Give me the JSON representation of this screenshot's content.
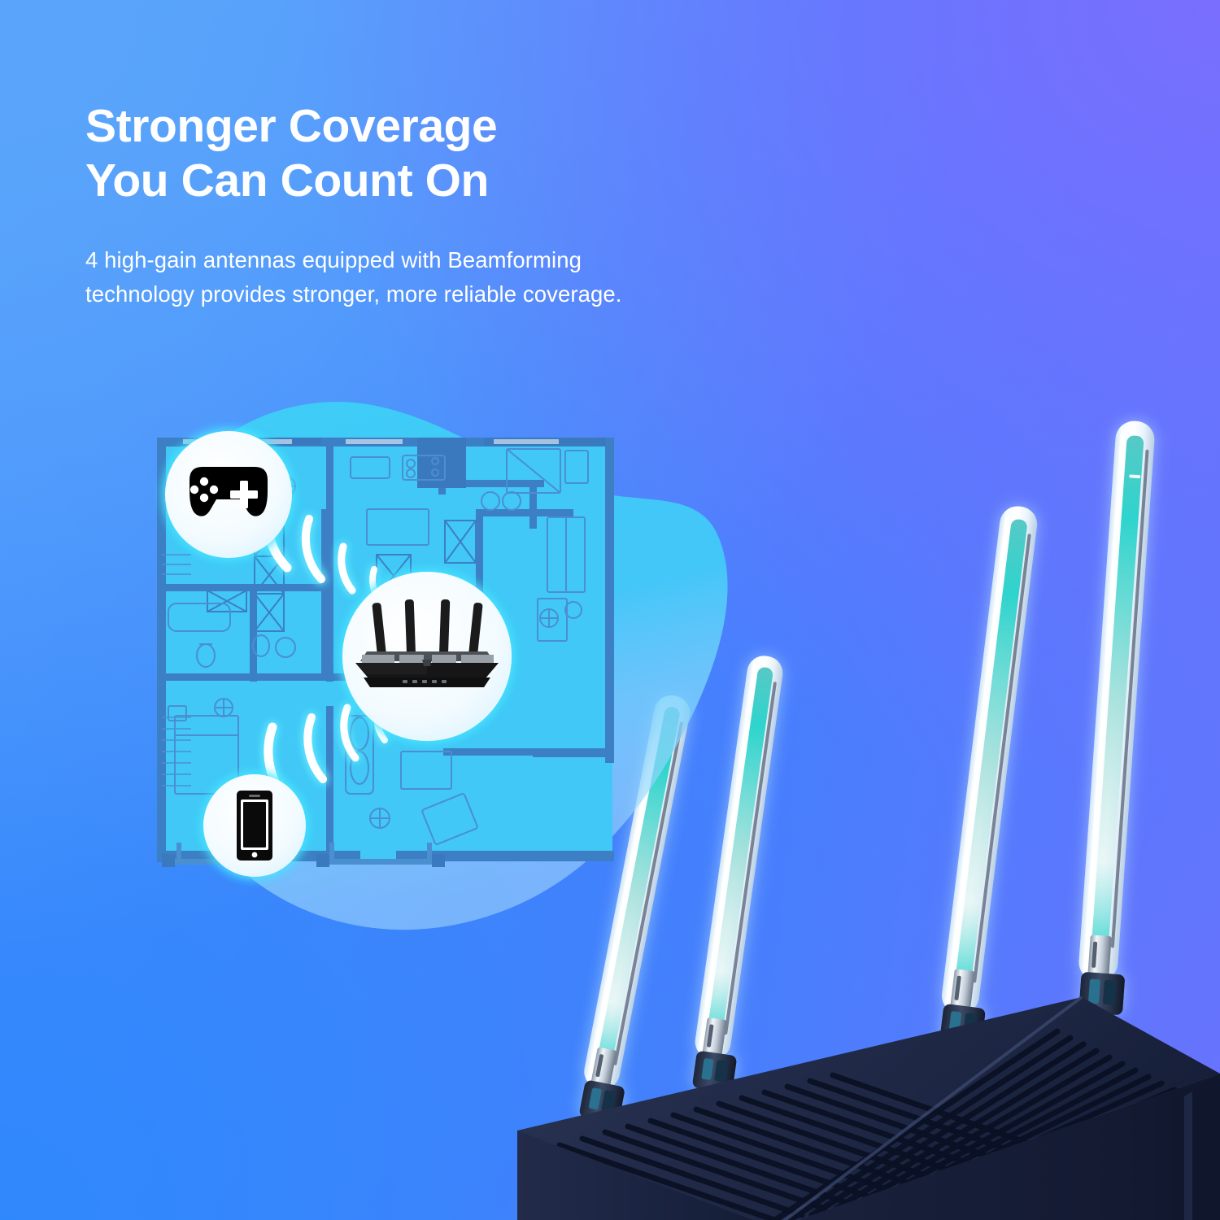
{
  "background": {
    "gradient_top_left": "#5aa5fb",
    "gradient_top_right": "#6b72fd",
    "gradient_bottom_left": "#2f88fc",
    "gradient_bottom_right": "#4e7cfd"
  },
  "copy": {
    "headline": "Stronger Coverage\nYou Can Count On",
    "subtext": "4 high-gain antennas equipped with Beamforming\ntechnology provides stronger, more reliable coverage.",
    "headline_color": "#ffffff",
    "subtext_color": "#ffffff"
  },
  "illustration": {
    "name": "home-coverage-floorplan",
    "blob_color": "#3ecdf7",
    "blob_fade_color": "#9fd8fb",
    "floorplan_fill": "#41c8f6",
    "floorplan_wall_color": "#3d7fc4",
    "floorplan_furniture_color": "#4a8fd0",
    "badges": [
      {
        "name": "gamepad-badge",
        "icon": "gamepad-icon",
        "label": "Gaming console"
      },
      {
        "name": "router-badge",
        "icon": "router-icon",
        "label": "Wi-Fi router"
      },
      {
        "name": "smartphone-badge",
        "icon": "smartphone-icon",
        "label": "Smartphone"
      }
    ],
    "signal": {
      "name": "wifi-signal-arcs",
      "color": "#ffffff",
      "glow_color": "#46e4ff",
      "arc_count_upper": 4,
      "arc_count_lower": 4
    }
  },
  "product": {
    "name": "wifi-router",
    "antenna_count": 4,
    "body_color": "#1b2440",
    "body_shadow_color": "#121a33",
    "vent_color": "#0d1427",
    "antenna_shell_color": "#f2f8ff",
    "antenna_core_color": "#2fd6cf",
    "antenna_connector_color": "#c9d6e4",
    "antenna_hinge_color": "#222c44",
    "antennas": [
      {
        "name": "antenna-1",
        "position": "far-left"
      },
      {
        "name": "antenna-2",
        "position": "left"
      },
      {
        "name": "antenna-3",
        "position": "right"
      },
      {
        "name": "antenna-4",
        "position": "far-right"
      }
    ]
  }
}
